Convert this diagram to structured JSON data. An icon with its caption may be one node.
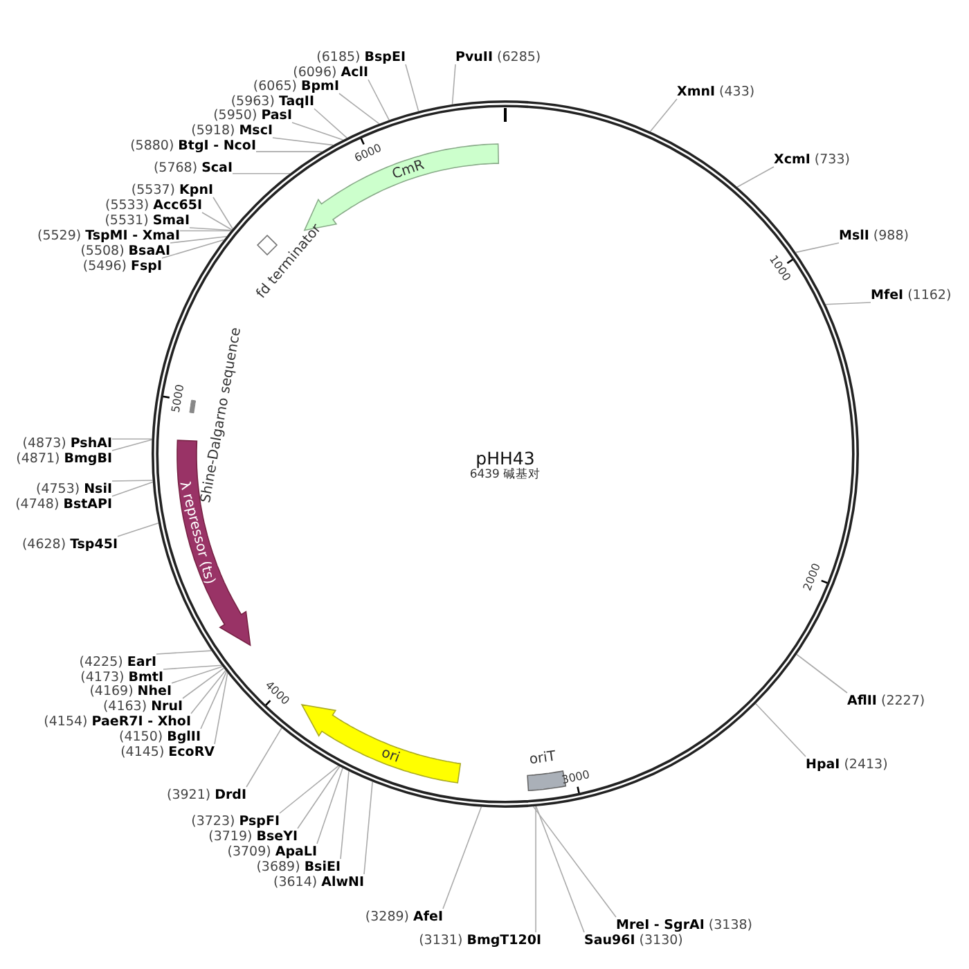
{
  "diagram": {
    "title": "pHH43",
    "nodes": [
      {
        "text": [
          "(6185) **BspEI**"
        ]
      },
      {
        "text": [
          "(6096) **AclI**"
        ]
      },
      {
        "text": [
          "(6065) **BpmI**"
        ]
      },
      {
        "text": [
          "(5963) **TaqII**"
        ]
      },
      {
        "text": [
          "(5950) **PasI**"
        ]
      },
      {
        "text": [
          "(5918) **MscI**"
        ]
      },
      {
        "text": [
          "(5880) **BtgI - NcoI**"
        ]
      },
      {
        "text": [
          "(5768) **ScaI**"
        ]
      },
      {
        "text": [
          "(5537) **KpnI**"
        ]
      },
      {
        "text": [
          "(5533) **Acc65I**"
        ]
      },
      {
        "text": [
          "(5531) **SmaI**"
        ]
      },
      {
        "text": [
          "(5529) **TspMI - XmaI**"
        ]
      },
      {
        "text": [
          "(5508) **BsaAI**"
        ]
      },
      {
        "text": [
          "(5496) **FspI**"
        ]
      },
      {
        "text": [
          "(4873) **PshAI**"
        ]
      },
      {
        "text": [
          "(4871) **BmgBI**"
        ]
      },
      {
        "text": [
          "(4753) **NsiI**"
        ]
      },
      {
        "text": [
          "(4748) **BstAPI**"
        ]
      },
      {
        "text": [
          "(4628) **Tsp45I**"
        ]
      },
      {
        "text": [
          "(4225) **EarI**"
        ]
      },
      {
        "text": [
          "(4173) **BmtI**"
        ]
      },
      {
        "text": [
          "(4169) **NheI**"
        ]
      },
      {
        "text": [
          "(4163) **NruI**"
        ]
      },
      {
        "text": [
          "(4154) **PaeR7I - XhoI**"
        ]
      },
      {
        "text": [
          "(4150) **BglII**"
        ]
      },
      {
        "text": [
          "(4145) **EcoRV**"
        ]
      },
      {
        "text": [
          "(3921) **DrdI**"
        ]
      },
      {
        "text": [
          "(3723) **PspFI**"
        ]
      },
      {
        "text": [
          "(3719) **BseYI**"
        ]
      },
      {
        "text": [
          "(3709) **ApaLI**"
        ]
      },
      {
        "text": [
          "(3689) **BsiEI**"
        ]
      },
      {
        "text": [
          "(3614) **AlwNI**"
        ]
      },
      {
        "text": [
          "(3289) **AfeI**"
        ]
      },
      {
        "text": [
          "(3131) **BmgT120I**"
        ]
      },
      {
        "text": [
          "**PvuII** (6285)"
        ]
      },
      {
        "text": [
          "**XmnI** (433)"
        ]
      },
      {
        "text": [
          "**XcmI** (733)"
        ]
      },
      {
        "text": [
          "**MslI** (988)"
        ]
      },
      {
        "text": [
          "**MfeI** (1162)"
        ]
      },
      {
        "text": [
          "**AflII** (2227)"
        ]
      },
      {
        "text": [
          "**HpaI** (2413)"
        ]
      },
      {
        "text": [
          "**MreI - SgrAI** (3138)"
        ]
      },
      {
        "text": [
          "**Sau96I** (3130)"
        ]
      },
      {
        "text": [
          "CmR"
        ],
        "in": 49
      },
      {
        "text": [
          "fd terminator"
        ],
        "in": 49
      },
      {
        "text": [
          "Shine-Dalgarno sequence"
        ],
        "in": 49
      },
      {
        "text": [
          "λ repressor (ts)"
        ],
        "in": 49
      },
      {
        "text": [
          "ori"
        ],
        "in": 49
      },
      {
        "text": [
          "oriT"
        ],
        "in": 49
      },
      {
        "text": [],
        "shape": "circle"
      }
    ],
    "edges": [
      {
        "from": 0,
        "to": 49,
        "arrow": "none"
      },
      {
        "from": 1,
        "to": 49,
        "arrow": "none"
      },
      {
        "from": 2,
        "to": 49,
        "arrow": "none"
      },
      {
        "from": 3,
        "to": 49,
        "arrow": "none"
      },
      {
        "from": 4,
        "to": 49,
        "arrow": "none"
      },
      {
        "from": 5,
        "to": 49,
        "arrow": "none"
      },
      {
        "from": 6,
        "to": 49,
        "arrow": "none"
      },
      {
        "from": 7,
        "to": 49,
        "arrow": "none"
      },
      {
        "from": 8,
        "to": 49,
        "arrow": "none"
      },
      {
        "from": 9,
        "to": 49,
        "arrow": "none"
      },
      {
        "from": 10,
        "to": 49,
        "arrow": "none"
      },
      {
        "from": 11,
        "to": 49,
        "arrow": "none"
      },
      {
        "from": 12,
        "to": 49,
        "arrow": "none"
      },
      {
        "from": 13,
        "to": 49,
        "arrow": "none"
      },
      {
        "from": 14,
        "to": 49,
        "arrow": "none"
      },
      {
        "from": 15,
        "to": 49,
        "arrow": "none"
      },
      {
        "from": 16,
        "to": 49,
        "arrow": "none"
      },
      {
        "from": 17,
        "to": 49,
        "arrow": "none"
      },
      {
        "from": 18,
        "to": 49,
        "arrow": "none"
      },
      {
        "from": 19,
        "to": 49,
        "arrow": "none"
      },
      {
        "from": 20,
        "to": 49,
        "arrow": "none"
      },
      {
        "from": 21,
        "to": 49,
        "arrow": "none"
      },
      {
        "from": 22,
        "to": 49,
        "arrow": "none"
      },
      {
        "from": 23,
        "to": 49,
        "arrow": "none"
      },
      {
        "from": 24,
        "to": 49,
        "arrow": "none"
      },
      {
        "from": 25,
        "to": 49,
        "arrow": "none"
      },
      {
        "from": 26,
        "to": 49,
        "arrow": "none"
      },
      {
        "from": 27,
        "to": 49,
        "arrow": "none"
      },
      {
        "from": 28,
        "to": 49,
        "arrow": "none"
      },
      {
        "from": 29,
        "to": 49,
        "arrow": "none"
      },
      {
        "from": 30,
        "to": 49,
        "arrow": "none"
      },
      {
        "from": 31,
        "to": 49,
        "arrow": "none"
      },
      {
        "from": 32,
        "to": 49,
        "arrow": "none"
      },
      {
        "from": 33,
        "to": 49,
        "arrow": "none"
      },
      {
        "from": 34,
        "to": 49,
        "arrow": "none"
      },
      {
        "from": 35,
        "to": 49,
        "arrow": "none"
      },
      {
        "from": 36,
        "to": 49,
        "arrow": "none"
      },
      {
        "from": 37,
        "to": 49,
        "arrow": "none"
      },
      {
        "from": 38,
        "to": 49,
        "arrow": "none"
      },
      {
        "from": 39,
        "to": 49,
        "arrow": "none"
      },
      {
        "from": 40,
        "to": 49,
        "arrow": "none"
      },
      {
        "from": 41,
        "to": 49,
        "arrow": "none"
      },
      {
        "from": 42,
        "to": 49,
        "arrow": "none"
      }
    ],
    "labels": [
      "1000",
      "2000",
      "3000",
      "4000",
      "5000",
      "6000",
      "6439 碱基对"
    ]
  }
}
